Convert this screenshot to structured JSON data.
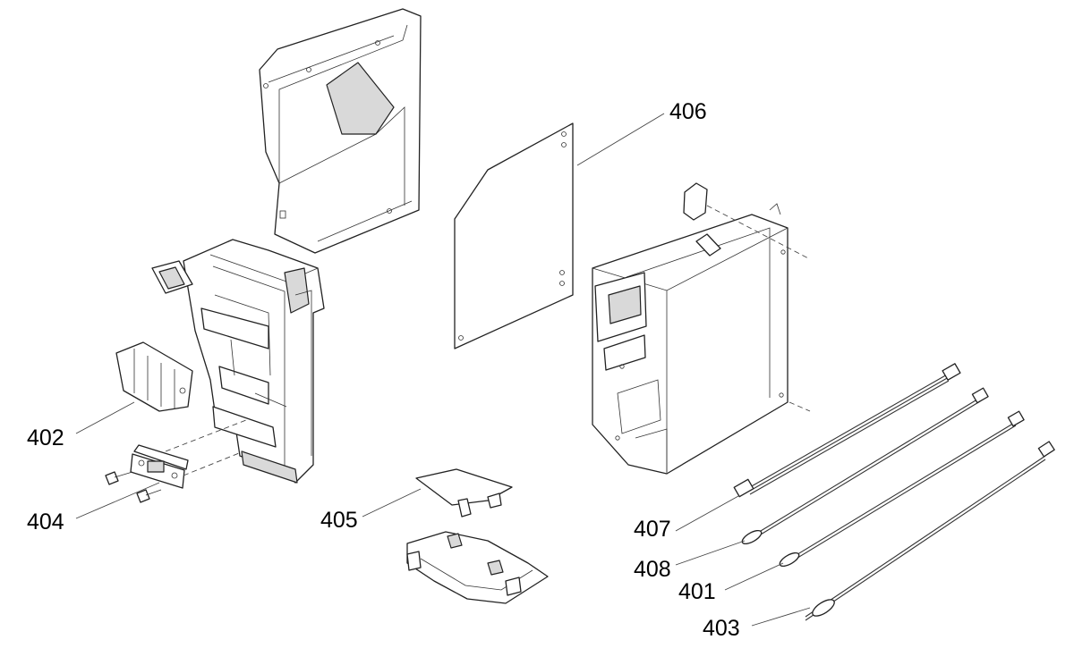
{
  "labels": {
    "p401": "401",
    "p402": "402",
    "p403": "403",
    "p404": "404",
    "p405": "405",
    "p406": "406",
    "p407": "407",
    "p408": "408"
  }
}
